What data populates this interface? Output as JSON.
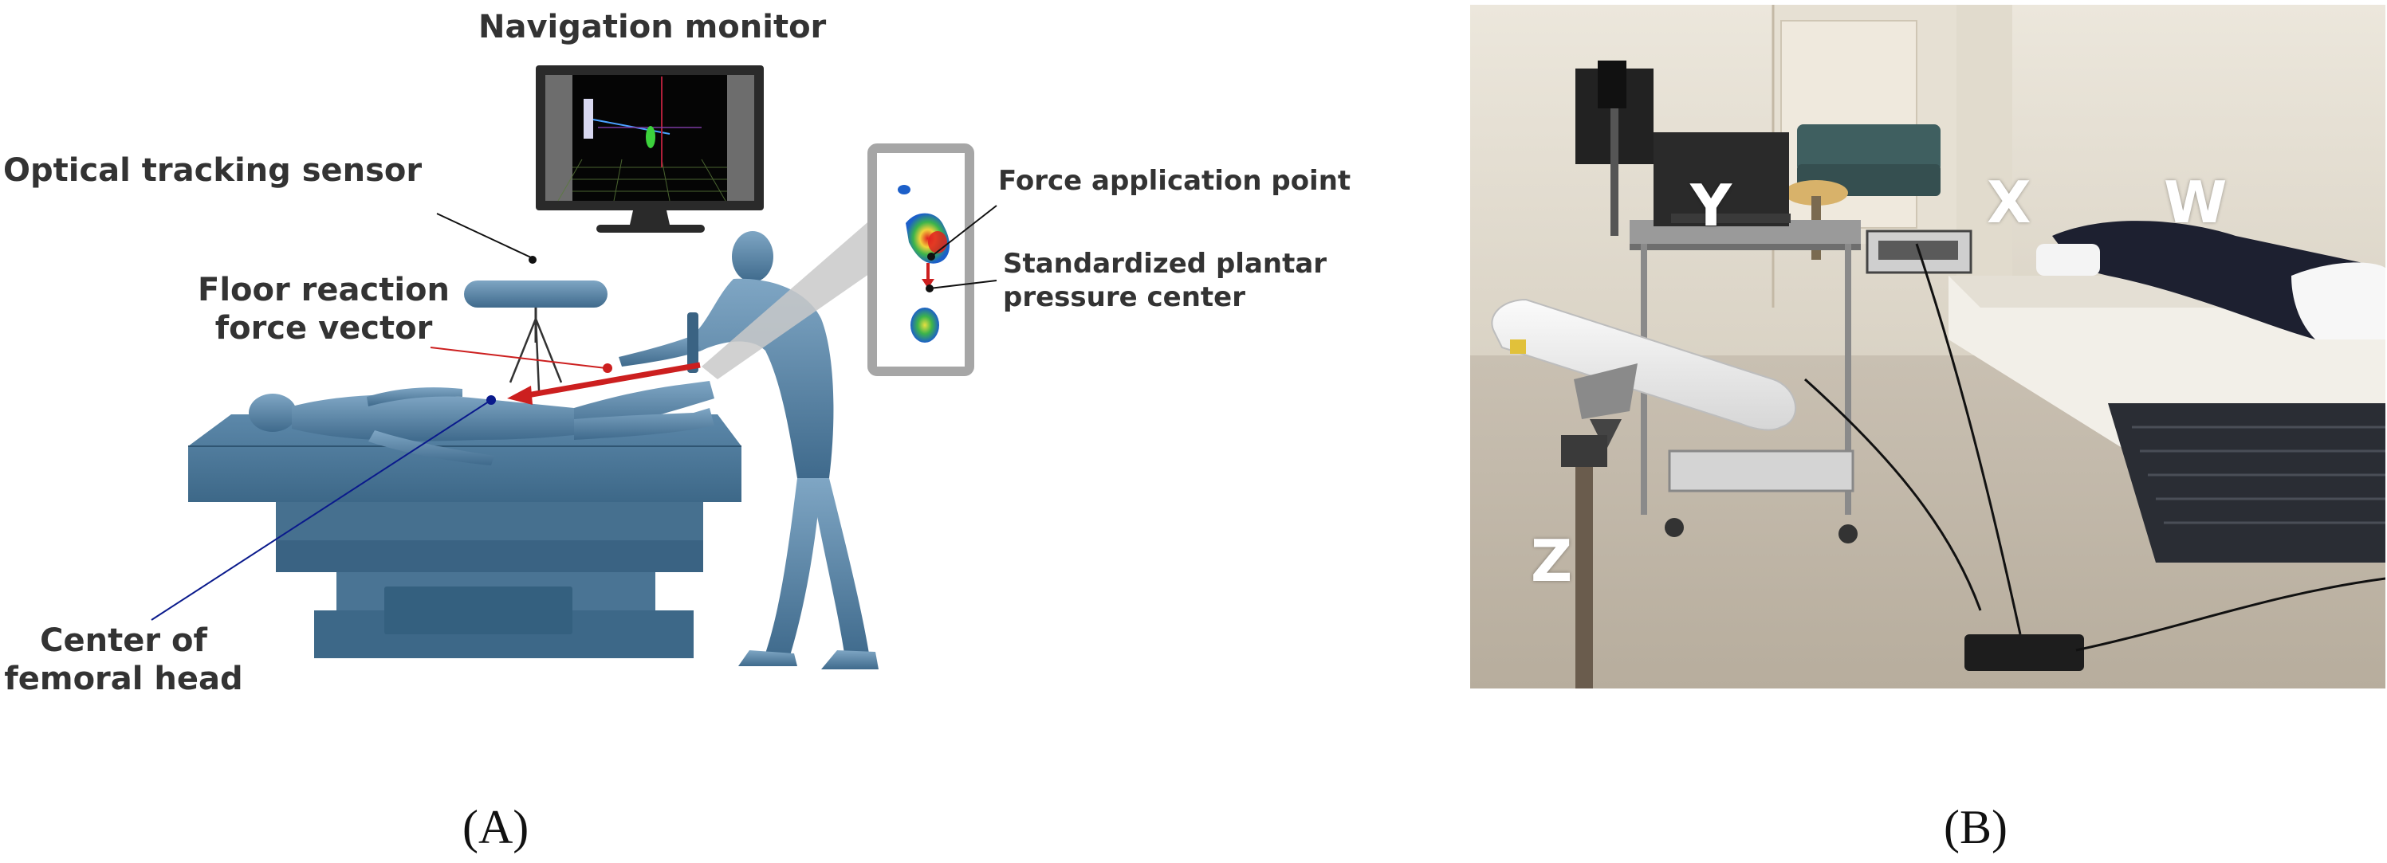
{
  "panel_a": {
    "labels": {
      "navigation_monitor": "Navigation monitor",
      "optical_tracking_sensor": "Optical tracking sensor",
      "floor_reaction_line1": "Floor reaction",
      "floor_reaction_line2": "force vector",
      "force_application_point": "Force application point",
      "standardized_line1": "Standardized plantar",
      "standardized_line2": "pressure center",
      "center_line1": "Center of",
      "center_line2": "femoral head"
    },
    "caption": "(A)"
  },
  "panel_b": {
    "letters": {
      "w": "W",
      "x": "X",
      "y": "Y",
      "z": "Z"
    },
    "caption": "(B)"
  },
  "colors": {
    "figure_blue": "#4f7ca0",
    "table_blue": "#4a7494",
    "force_red": "#cc1f1f",
    "center_navy": "#0a1a8c",
    "label_gray": "#333333"
  }
}
